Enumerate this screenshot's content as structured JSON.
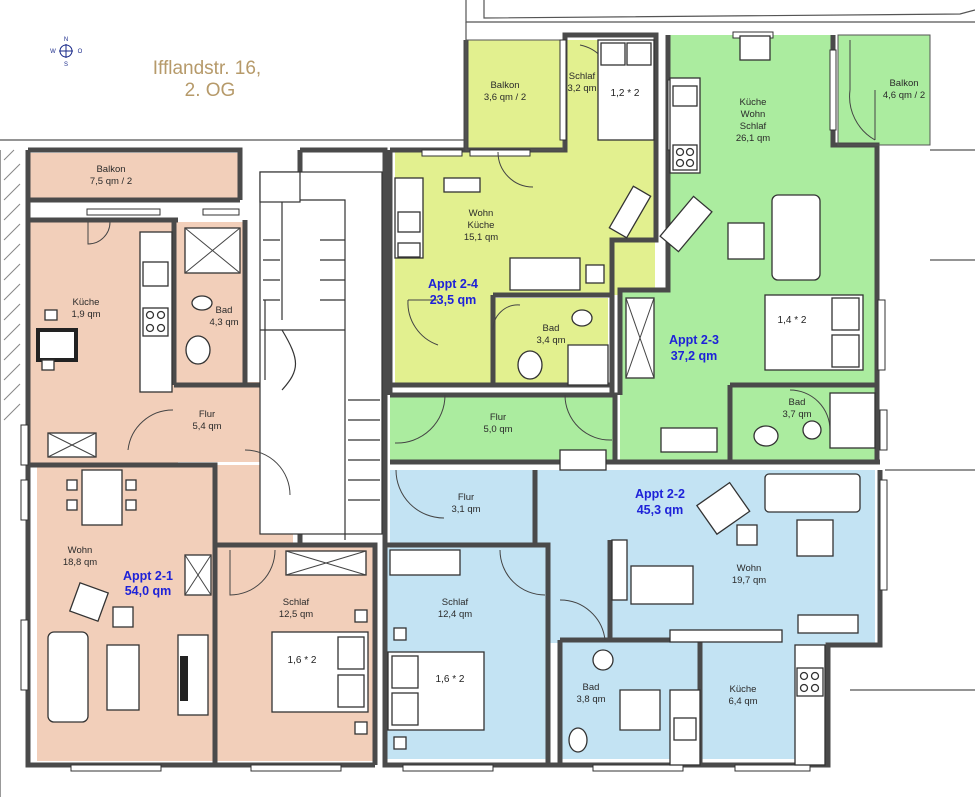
{
  "address": {
    "line1": "Ifflandstr. 16,",
    "line2": "2. OG"
  },
  "compass": {
    "n": "N",
    "e": "O",
    "s": "S",
    "w": "W"
  },
  "colors": {
    "appt_2_1": "#f2cfba",
    "appt_2_2": "#c3e3f3",
    "appt_2_3": "#abec9f",
    "appt_2_4": "#e2f08f",
    "label_blue": "#1e22d8",
    "address_tan": "#b69a6a"
  },
  "apartments": {
    "appt_2_1": {
      "name": "Appt 2-1",
      "area": "54,0 qm"
    },
    "appt_2_2": {
      "name": "Appt 2-2",
      "area": "45,3 qm"
    },
    "appt_2_3": {
      "name": "Appt 2-3",
      "area": "37,2 qm"
    },
    "appt_2_4": {
      "name": "Appt 2-4",
      "area": "23,5 qm"
    }
  },
  "rooms": {
    "a1_balkon": {
      "name": "Balkon",
      "area": "7,5 qm / 2"
    },
    "a1_kueche": {
      "name": "Küche",
      "area": "1,9 qm"
    },
    "a1_bad": {
      "name": "Bad",
      "area": "4,3 qm"
    },
    "a1_flur": {
      "name": "Flur",
      "area": "5,4 qm"
    },
    "a1_wohn": {
      "name": "Wohn",
      "area": "18,8 qm"
    },
    "a1_schlaf": {
      "name": "Schlaf",
      "area": "12,5 qm"
    },
    "a4_balkon": {
      "name": "Balkon",
      "area": "3,6 qm / 2"
    },
    "a4_schlaf": {
      "name": "Schlaf",
      "area": "3,2 qm"
    },
    "a4_wohn_line1": "Wohn",
    "a4_wohn_line2": "Küche",
    "a4_wohn_area": "15,1 qm",
    "a4_bad": {
      "name": "Bad",
      "area": "3,4 qm"
    },
    "a4_flur": {
      "name": "Flur",
      "area": "5,0 qm"
    },
    "a3_main_line1": "Küche",
    "a3_main_line2": "Wohn",
    "a3_main_line3": "Schlaf",
    "a3_main_area": "26,1 qm",
    "a3_balkon": {
      "name": "Balkon",
      "area": "4,6 qm / 2"
    },
    "a3_bad": {
      "name": "Bad",
      "area": "3,7 qm"
    },
    "a2_flur": {
      "name": "Flur",
      "area": "3,1 qm"
    },
    "a2_schlaf": {
      "name": "Schlaf",
      "area": "12,4 qm"
    },
    "a2_wohn": {
      "name": "Wohn",
      "area": "19,7 qm"
    },
    "a2_bad": {
      "name": "Bad",
      "area": "3,8 qm"
    },
    "a2_kueche": {
      "name": "Küche",
      "area": "6,4 qm"
    }
  },
  "beds": {
    "a1": "1,6 * 2",
    "a2": "1,6 * 2",
    "a3": "1,4 * 2",
    "a4": "1,2 * 2"
  }
}
